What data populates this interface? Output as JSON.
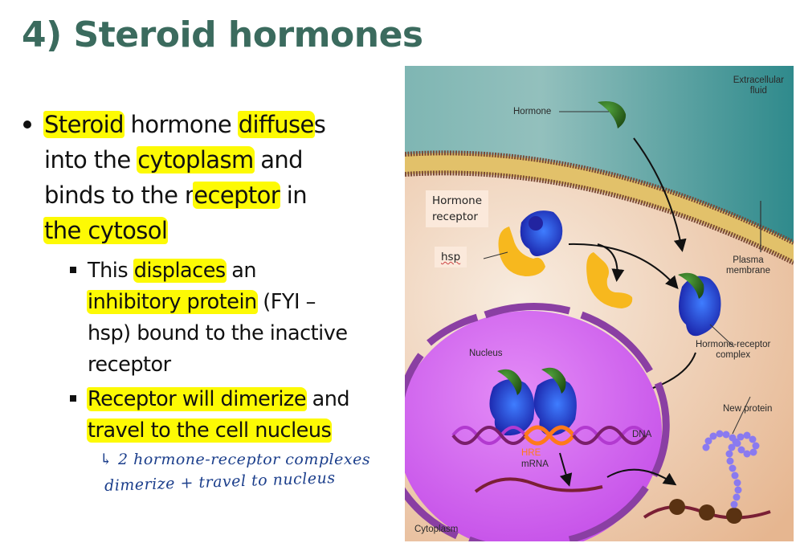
{
  "slide": {
    "title": "4) Steroid hormones",
    "title_color": "#3b6b5e",
    "highlight_color": "#fdfa04",
    "handwriting_color": "#1c3f8c"
  },
  "bullets": {
    "main": {
      "line1": {
        "a": "Steroid",
        "b": " hormone ",
        "c": "diffuse",
        "d": "s"
      },
      "line2": {
        "a": "into the ",
        "b": "cytoplasm",
        "c": " and"
      },
      "line3": {
        "a": "binds to the r",
        "b": "eceptor",
        "c": " in"
      },
      "line4": {
        "a": "the cytosol"
      }
    },
    "sub1": {
      "line1": {
        "a": "This ",
        "b": "displaces",
        "c": " an"
      },
      "line2": {
        "a": "inhibitory protein",
        "b": " (FYI –"
      },
      "line3": {
        "a": "hsp) bound to the inactive"
      },
      "line4": {
        "a": "receptor"
      }
    },
    "sub2": {
      "line1": {
        "a": "Receptor will dimerize",
        "b": " and"
      },
      "line2": {
        "a": "travel to the cell nucleus"
      }
    }
  },
  "annotation": {
    "arrow": "↳",
    "line1": "2  hormone-receptor  complexes",
    "line2": "dimerize  +  travel  to  nucleus"
  },
  "diagram": {
    "labels": {
      "extracellular": "Extracellular\nfluid",
      "hormone": "Hormone",
      "hormone_receptor": "Hormone\nreceptor",
      "hsp": "hsp",
      "plasma_membrane": "Plasma\nmembrane",
      "nucleus": "Nucleus",
      "hormone_receptor_complex": "Hormone-receptor\ncomplex",
      "new_protein": "New protein",
      "dna": "DNA",
      "hre": "HRE",
      "mrna": "mRNA",
      "cytoplasm": "Cytoplasm"
    },
    "colors": {
      "extracellular": "#4f9f9f",
      "membrane_head": "#7a4a35",
      "membrane_tail": "#e2c16a",
      "cytoplasm": "#f2d3b6",
      "nucleus": "#d066f0",
      "nuclear_envelope": "#8a3fa3",
      "receptor": "#2a3fd6",
      "hormone": "#2f6a1e",
      "hsp": "#f7b81e",
      "hre": "#ff7a1a",
      "mrna": "#7a1f35",
      "ribosome": "#5a3212",
      "protein_bead": "#8a7af0"
    }
  }
}
